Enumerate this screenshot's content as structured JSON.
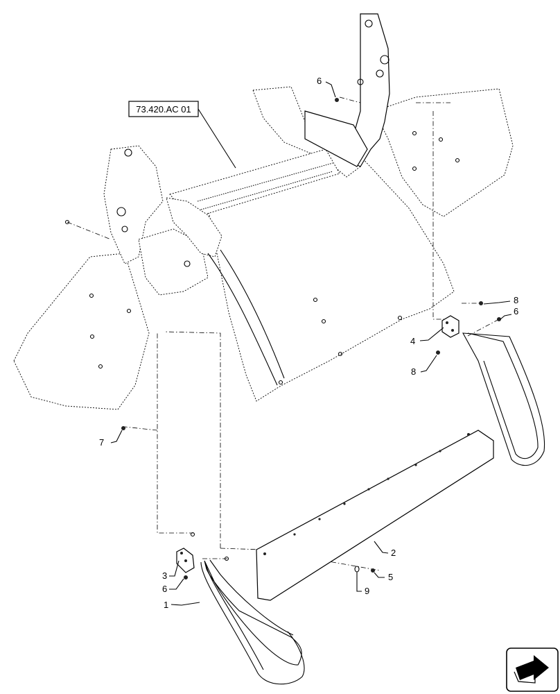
{
  "reference_label": "73.420.AC 01",
  "callouts": [
    {
      "id": "c1",
      "text": "1"
    },
    {
      "id": "c2",
      "text": "2"
    },
    {
      "id": "c3",
      "text": "3"
    },
    {
      "id": "c4",
      "text": "4"
    },
    {
      "id": "c5",
      "text": "5"
    },
    {
      "id": "c6a",
      "text": "6"
    },
    {
      "id": "c6b",
      "text": "6"
    },
    {
      "id": "c6c",
      "text": "6"
    },
    {
      "id": "c7",
      "text": "7"
    },
    {
      "id": "c8a",
      "text": "8"
    },
    {
      "id": "c8b",
      "text": "8"
    },
    {
      "id": "c9",
      "text": "9"
    }
  ],
  "icons": {
    "nav": "next-page-arrow-icon"
  }
}
